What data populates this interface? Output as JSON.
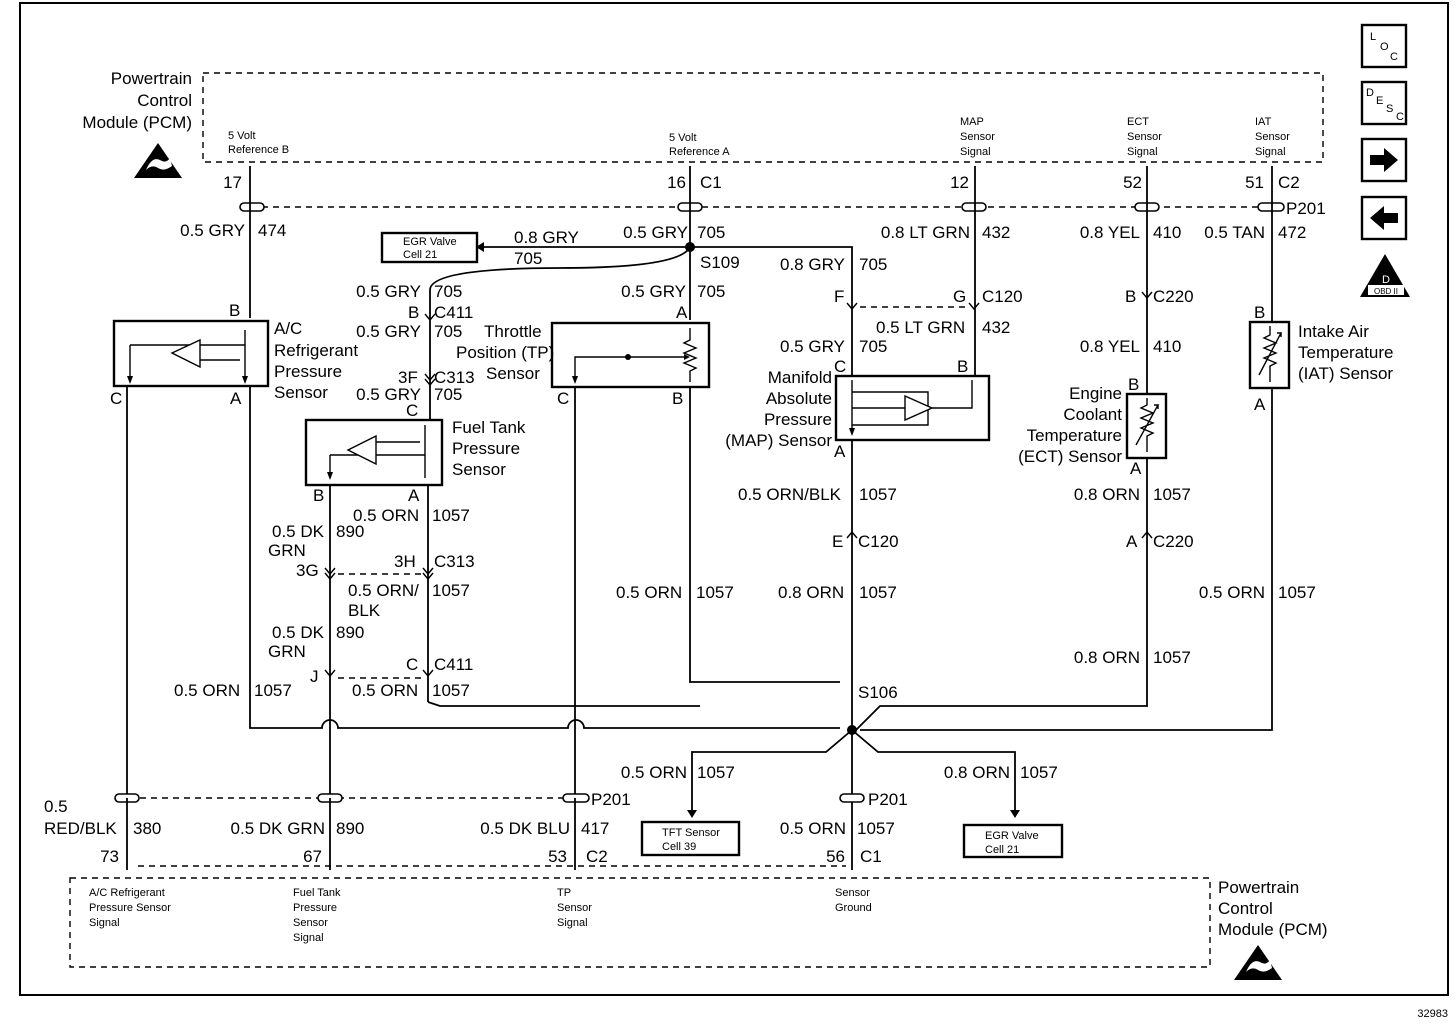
{
  "pcm_top": {
    "name": [
      "Powertrain",
      "Control",
      "Module (PCM)"
    ],
    "signals": {
      "ref_b": [
        "5 Volt",
        "Reference B"
      ],
      "ref_a": [
        "5 Volt",
        "Reference A"
      ],
      "map": [
        "MAP",
        "Sensor",
        "Signal"
      ],
      "ect": [
        "ECT",
        "Sensor",
        "Signal"
      ],
      "iat": [
        "IAT",
        "Sensor",
        "Signal"
      ]
    },
    "pins": {
      "p17": "17",
      "p16": "16",
      "c1": "C1",
      "p12": "12",
      "p52": "52",
      "p51": "51",
      "c2": "C2",
      "p201": "P201"
    }
  },
  "pcm_bottom": {
    "name": [
      "Powertrain",
      "Control",
      "Module (PCM)"
    ],
    "signals": {
      "ac": [
        "A/C Refrigerant",
        "Pressure Sensor",
        "Signal"
      ],
      "fuel": [
        "Fuel Tank",
        "Pressure",
        "Sensor",
        "Signal"
      ],
      "tp": [
        "TP",
        "Sensor",
        "Signal"
      ],
      "ground": [
        "Sensor",
        "Ground"
      ]
    },
    "pins": {
      "p73": "73",
      "p67": "67",
      "p53": "53",
      "c2": "C2",
      "p56": "56",
      "c1": "C1",
      "p201a": "P201",
      "p201b": "P201"
    }
  },
  "side_buttons": {
    "loc": {
      "a": "L",
      "b": "O",
      "c": "C"
    },
    "desc": {
      "a": "D",
      "b": "E",
      "c": "S",
      "d": "C"
    },
    "next_arrow": "arrow-right-icon",
    "prev_arrow": "arrow-left-icon",
    "obd": {
      "top": "D",
      "bottom": "OBD II"
    }
  },
  "components": {
    "ac": [
      "A/C",
      "Refrigerant",
      "Pressure",
      "Sensor"
    ],
    "fuel": [
      "Fuel Tank",
      "Pressure",
      "Sensor"
    ],
    "tp": [
      "Throttle",
      "Position (TP)",
      "Sensor"
    ],
    "map": [
      "Manifold",
      "Absolute",
      "Pressure",
      "(MAP) Sensor"
    ],
    "ect": [
      "Engine",
      "Coolant",
      "Temperature",
      "(ECT) Sensor"
    ],
    "iat": [
      "Intake Air",
      "Temperature",
      "(IAT) Sensor"
    ]
  },
  "ref_boxes": {
    "egr_top": [
      "EGR Valve",
      "Cell 21"
    ],
    "tft": [
      "TFT Sensor",
      "Cell 39"
    ],
    "egr_bottom": [
      "EGR Valve",
      "Cell 21"
    ]
  },
  "wires": {
    "w474": "0.5 GRY",
    "n474": "474",
    "w705a": "0.5 GRY",
    "n705a": "705",
    "w705egr": "0.8 GRY",
    "n705egr": "705",
    "w705b": "0.5 GRY",
    "n705b": "705",
    "w705c": "0.5 GRY",
    "n705c": "705",
    "w705d": "0.5 GRY",
    "n705d": "705",
    "w705e": "0.8 GRY",
    "n705e": "705",
    "w705f": "0.5 GRY",
    "n705f": "705",
    "w705g": "0.5 GRY",
    "n705g": "705",
    "w432a": "0.8 LT GRN",
    "n432a": "432",
    "w432b": "0.5 LT GRN",
    "n432b": "432",
    "w410a": "0.8 YEL",
    "n410a": "410",
    "w410b": "0.8 YEL",
    "n410b": "410",
    "w472": "0.5 TAN",
    "n472": "472",
    "w890a1": "0.5 DK",
    "w890a2": "GRN",
    "n890a": "890",
    "w890b1": "0.5 DK",
    "w890b2": "GRN",
    "n890b": "890",
    "w890c": "0.5 DK GRN",
    "n890c": "890",
    "w1057a": "0.5 ORN",
    "n1057a": "1057",
    "w1057b1": "0.5 ORN/",
    "w1057b2": "BLK",
    "n1057b": "1057",
    "w1057c": "0.5 ORN",
    "n1057c": "1057",
    "w1057d": "0.5 ORN",
    "n1057d": "1057",
    "w1057e": "0.5 ORN",
    "n1057e": "1057",
    "w1057f": "0.5 ORN/BLK",
    "n1057f": "1057",
    "w1057g": "0.8 ORN",
    "n1057g": "1057",
    "w1057h": "0.8 ORN",
    "n1057h": "1057",
    "w1057i": "0.8 ORN",
    "n1057i": "1057",
    "w1057j": "0.5 ORN",
    "n1057j": "1057",
    "w1057k": "0.5 ORN",
    "n1057k": "1057",
    "w1057l": "0.8 ORN",
    "n1057l": "1057",
    "w1057m": "0.5 ORN",
    "n1057m": "1057",
    "w380a": "0.5",
    "w380b": "RED/BLK",
    "n380": "380",
    "w417": "0.5 DK BLU",
    "n417": "417"
  },
  "connectors": {
    "b_ac": "B",
    "c_ac": "C",
    "a_ac": "A",
    "b411": "B",
    "c411": "C411",
    "f313": "3F",
    "c313": "C313",
    "c_fuel_top": "C",
    "b_fuel": "B",
    "a_fuel": "A",
    "h313": "3H",
    "c313b": "C313",
    "g313": "3G",
    "c411c": "C",
    "c411d": "C411",
    "j": "J",
    "a_tp": "A",
    "c_tp": "C",
    "b_tp": "B",
    "s109": "S109",
    "f120": "F",
    "g120": "G",
    "c120": "C120",
    "c_map": "C",
    "b_map": "B",
    "a_map": "A",
    "e120": "E",
    "c120b": "C120",
    "b220": "B",
    "c220": "C220",
    "b_ect": "B",
    "a_ect": "A",
    "a220": "A",
    "c220b": "C220",
    "b_iat": "B",
    "a_iat": "A",
    "s106": "S106"
  },
  "figure_number": "32983"
}
